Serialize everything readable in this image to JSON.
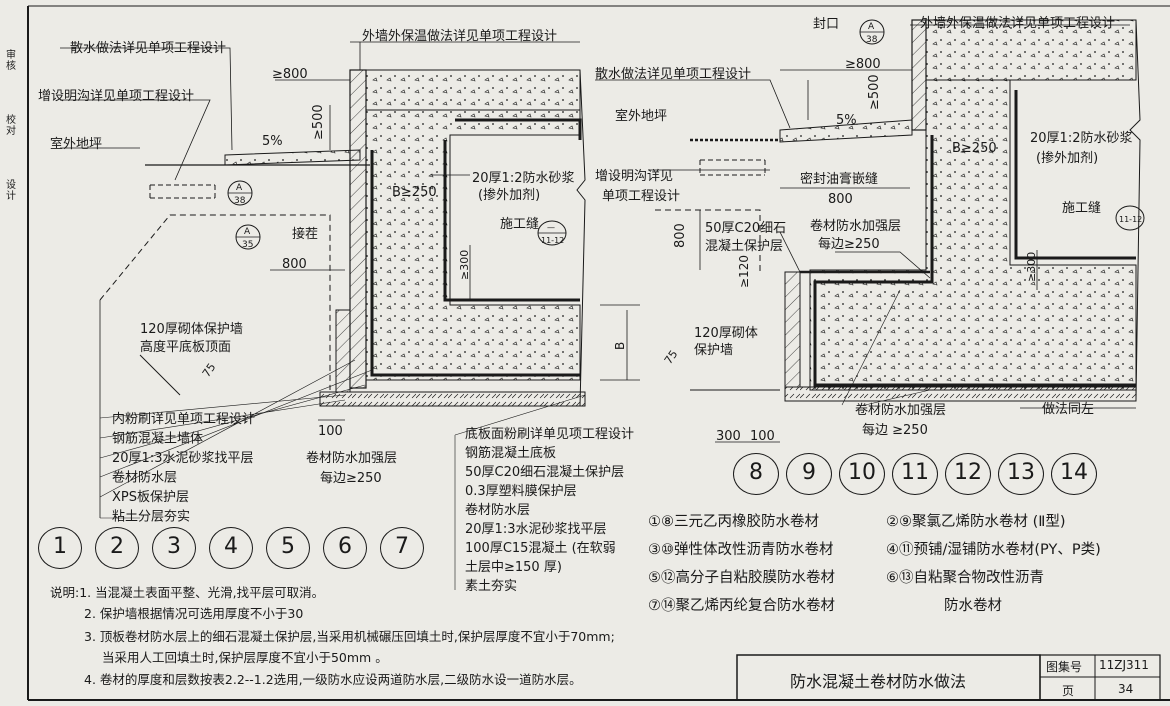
{
  "colors": {
    "ink": "#1a1a1a",
    "paper": "#ecebe6"
  },
  "left": {
    "labels": {
      "drain": "散水做法详见单项工程设计",
      "ditch": "增设明沟详见单项工程设计",
      "grade": "室外地坪",
      "insul": "外墙外保温做法详见单项工程设计",
      "dim800top": "≥800",
      "slope": "5%",
      "dim500": "≥500",
      "mortar": "20厚1:2防水砂浆",
      "mortar2": "(掺外加剂)",
      "bdim": "B≥250",
      "joint": "施工缝",
      "lap": "接茬",
      "dim800": "800",
      "dim300": "≥300",
      "dimB": "B",
      "wall120": "120厚砌体保护墙",
      "wall120b": "高度平底板顶面",
      "ang75": "75",
      "dim100": "100",
      "reinf": "卷材防水加强层",
      "reinf2": "每边≥250",
      "refA38": "A",
      "refA38n": "38",
      "refA35": "A",
      "refA35n": "35",
      "ref1112a": "—",
      "ref1112b": "11-12"
    },
    "wall_layers": [
      "内粉刷详见单项工程设计",
      "钢筋混凝土墙体",
      "20厚1:3水泥砂浆找平层",
      "卷材防水层",
      "XPS板保护层",
      "粘土分层夯实"
    ],
    "floor_layers": [
      "底板面粉刷详单见项工程设计",
      "钢筋混凝土底板",
      "50厚C20细石混凝土保护层",
      "0.3厚塑料膜保护层",
      "卷材防水层",
      "20厚1:3水泥砂浆找平层",
      "100厚C15混凝土 (在软弱",
      "土层中≥150 厚)",
      "素土夯实"
    ]
  },
  "right": {
    "labels": {
      "seal": "封口",
      "insul": "外墙外保温做法详见单项工程设计",
      "drain": "散水做法详见单项工程设计",
      "dim800top": "≥800",
      "dim500": "≥500",
      "grade": "室外地坪",
      "slope": "5%",
      "mortar": "20厚1:2防水砂浆",
      "mortar2": "(掺外加剂)",
      "bdim": "B≥250",
      "ditch": "增设明沟详见",
      "ditch2": "单项工程设计",
      "sealjoint": "密封油膏嵌缝",
      "dim800": "800",
      "joint": "施工缝",
      "prot": "50厚C20细石",
      "prot2": "混凝土保护层",
      "reinfTop": "卷材防水加强层",
      "reinfTop2": "每边≥250",
      "dim800v": "800",
      "dim120": "≥120",
      "dim300": "≥300",
      "wall120": "120厚砌体",
      "wall120b": "保护墙",
      "ang75": "75",
      "reinfBot": "卷材防水加强层",
      "reinfBot2": "每边 ≥250",
      "same": "做法同左",
      "dim300b": "300",
      "dim100": "100",
      "refA38": "A",
      "refA38n": "38",
      "ref1112b": "11-12"
    }
  },
  "left_circles": [
    "1",
    "2",
    "3",
    "4",
    "5",
    "6",
    "7"
  ],
  "right_circles": [
    "8",
    "9",
    "10",
    "11",
    "12",
    "13",
    "14"
  ],
  "legend": [
    "①⑧三元乙丙橡胶防水卷材",
    "②⑨聚氯乙烯防水卷材 (Ⅱ型)",
    "③⑩弹性体改性沥青防水卷材",
    "④⑪预铺/湿铺防水卷材(PY、P类)",
    "⑤⑫高分子自粘胶膜防水卷材",
    "⑥⑬自粘聚合物改性沥青",
    "⑦⑭聚乙烯丙纶复合防水卷材",
    "防水卷材"
  ],
  "notes": [
    "说明:1. 当混凝土表面平整、光滑,找平层可取消。",
    "2. 保护墙根据情况可选用厚度不小于30",
    "3. 顶板卷材防水层上的细石混凝土保护层,当采用机械碾压回填土时,保护层厚度不宜小于70mm;",
    "当采用人工回填土时,保护层厚度不宜小于50mm 。",
    "4. 卷材的厚度和层数按表2.2--1.2选用,一级防水应设两道防水层,二级防水设一道防水层。"
  ],
  "title_block": {
    "title": "防水混凝土卷材防水做法",
    "atlas_label": "图集号",
    "atlas_no": "11ZJ311",
    "page_label": "页",
    "page_no": "34"
  },
  "side_strip": [
    "审核",
    "校对",
    "设计"
  ]
}
